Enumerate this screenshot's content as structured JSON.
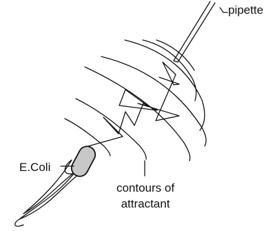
{
  "labels": {
    "pipette": "pipette",
    "ecoli": "E.Coli",
    "contours_line1": "contours of",
    "contours_line2": "attractant"
  },
  "colors": {
    "stroke": "#111111",
    "cell_fill": "#c8c8c8",
    "background": "#ffffff"
  }
}
